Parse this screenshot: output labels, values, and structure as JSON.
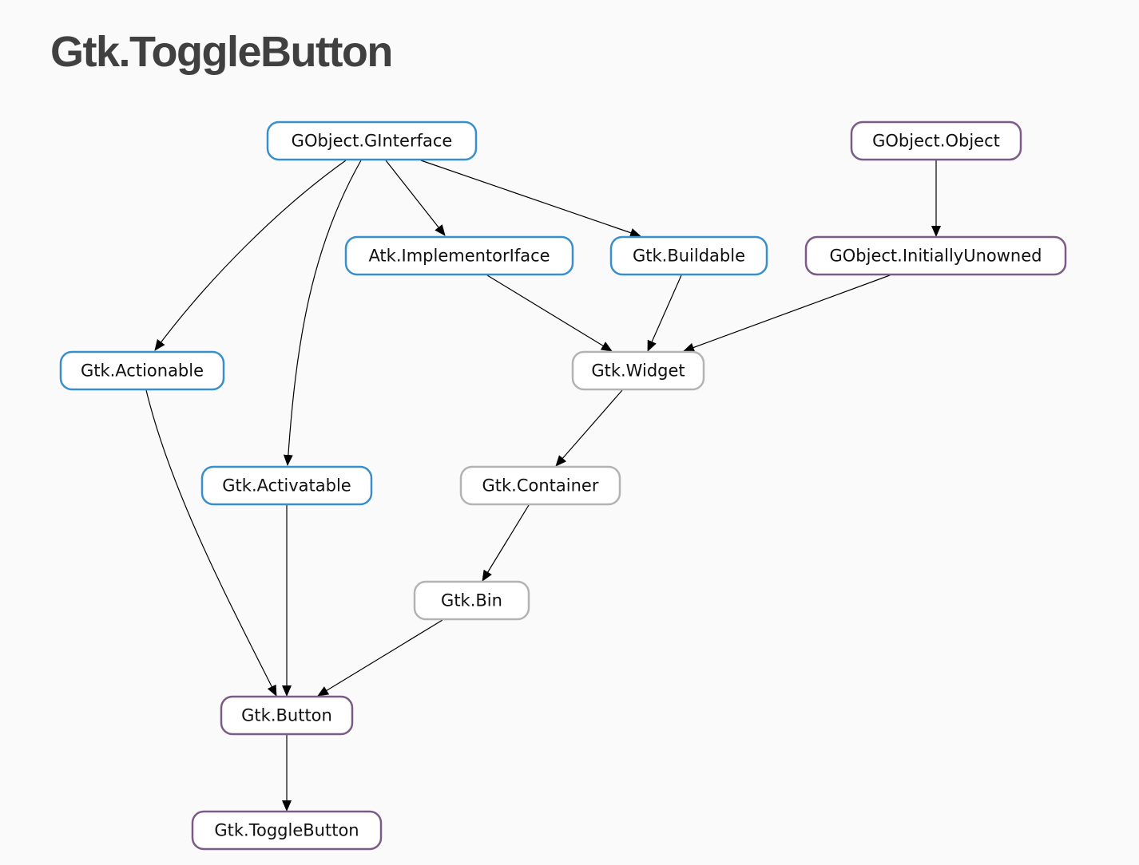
{
  "page": {
    "title": "Gtk.ToggleButton"
  },
  "colors": {
    "interface": "#3a8fcb",
    "class": "#7c5a86",
    "abstract": "#b3b3b3"
  },
  "nodes": [
    {
      "id": "gobject-ginterface",
      "label": "GObject.GInterface",
      "kind": "interface"
    },
    {
      "id": "gobject-object",
      "label": "GObject.Object",
      "kind": "class"
    },
    {
      "id": "atk-implementoriface",
      "label": "Atk.ImplementorIface",
      "kind": "interface"
    },
    {
      "id": "gtk-buildable",
      "label": "Gtk.Buildable",
      "kind": "interface"
    },
    {
      "id": "gobject-initiallyunowned",
      "label": "GObject.InitiallyUnowned",
      "kind": "class"
    },
    {
      "id": "gtk-actionable",
      "label": "Gtk.Actionable",
      "kind": "interface"
    },
    {
      "id": "gtk-widget",
      "label": "Gtk.Widget",
      "kind": "abstract"
    },
    {
      "id": "gtk-activatable",
      "label": "Gtk.Activatable",
      "kind": "interface"
    },
    {
      "id": "gtk-container",
      "label": "Gtk.Container",
      "kind": "abstract"
    },
    {
      "id": "gtk-bin",
      "label": "Gtk.Bin",
      "kind": "abstract"
    },
    {
      "id": "gtk-button",
      "label": "Gtk.Button",
      "kind": "class"
    },
    {
      "id": "gtk-togglebutton",
      "label": "Gtk.ToggleButton",
      "kind": "class"
    }
  ],
  "edges": [
    {
      "from": "gobject-ginterface",
      "to": "gtk-actionable"
    },
    {
      "from": "gobject-ginterface",
      "to": "gtk-activatable"
    },
    {
      "from": "gobject-ginterface",
      "to": "atk-implementoriface"
    },
    {
      "from": "gobject-ginterface",
      "to": "gtk-buildable"
    },
    {
      "from": "gobject-object",
      "to": "gobject-initiallyunowned"
    },
    {
      "from": "atk-implementoriface",
      "to": "gtk-widget"
    },
    {
      "from": "gtk-buildable",
      "to": "gtk-widget"
    },
    {
      "from": "gobject-initiallyunowned",
      "to": "gtk-widget"
    },
    {
      "from": "gtk-widget",
      "to": "gtk-container"
    },
    {
      "from": "gtk-container",
      "to": "gtk-bin"
    },
    {
      "from": "gtk-actionable",
      "to": "gtk-button"
    },
    {
      "from": "gtk-activatable",
      "to": "gtk-button"
    },
    {
      "from": "gtk-bin",
      "to": "gtk-button"
    },
    {
      "from": "gtk-button",
      "to": "gtk-togglebutton"
    }
  ]
}
